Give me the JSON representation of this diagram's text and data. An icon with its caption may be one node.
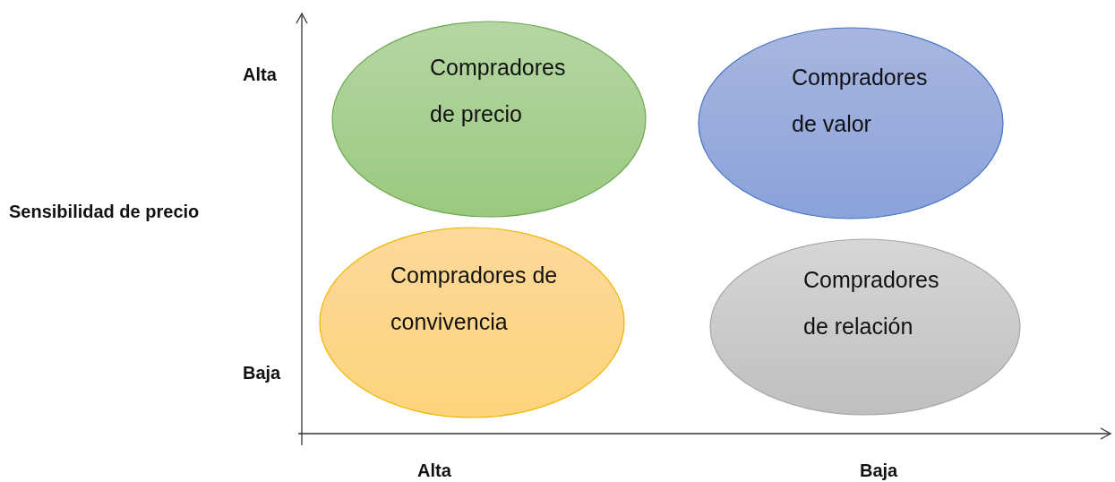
{
  "diagram": {
    "nodes": [
      {
        "text": [
          "Compradores de precio"
        ]
      },
      {
        "text": [
          "Compradores de valor"
        ]
      },
      {
        "text": [
          "Compradores de convivencia"
        ]
      },
      {
        "text": [
          "Compradores de relación"
        ]
      }
    ],
    "labels": [
      "Alta",
      "Sensibilidad de precio",
      "Baja",
      "Alta",
      "Baja"
    ]
  }
}
